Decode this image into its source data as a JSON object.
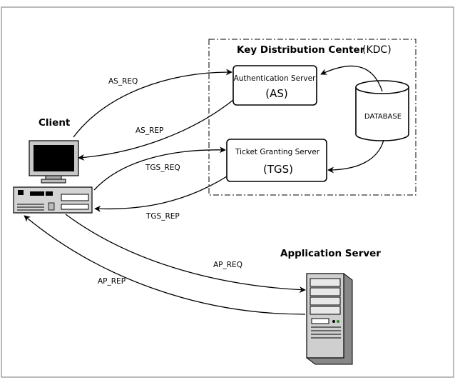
{
  "kdc": {
    "title": "Key Distribution Center",
    "abbr": "(KDC)"
  },
  "as_server": {
    "name": "Authentication Server",
    "abbr": "(AS)"
  },
  "tgs_server": {
    "name": "Ticket Granting Server",
    "abbr": "(TGS)"
  },
  "database": {
    "label": "DATABASE"
  },
  "client": {
    "label": "Client"
  },
  "app_server": {
    "label": "Application Server"
  },
  "messages": {
    "as_req": "AS_REQ",
    "as_rep": "AS_REP",
    "tgs_req": "TGS_REQ",
    "tgs_rep": "TGS_REP",
    "ap_req": "AP_REQ",
    "ap_rep": "AP_REP"
  }
}
